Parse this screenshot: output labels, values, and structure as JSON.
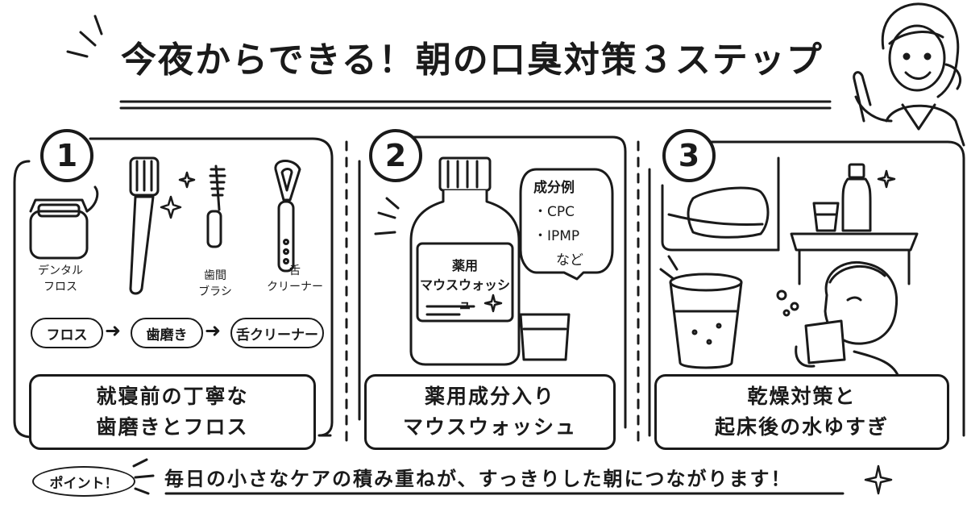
{
  "title": "今夜からできる！朝の口臭対策３ステップ",
  "steps": [
    {
      "number": "1",
      "items": {
        "floss": "デンタル\nフロス",
        "brush": "歯間\nブラシ",
        "tongue": "舌\nクリーナー"
      },
      "flow": [
        "フロス",
        "歯磨き",
        "舌クリーナー"
      ],
      "arrow": "➜",
      "caption": [
        "就寝前の丁寧な",
        "歯磨きとフロス"
      ]
    },
    {
      "number": "2",
      "bottle_label": "薬用\nマウスウォッシュ",
      "bubble": {
        "title": "成分例",
        "items": [
          "・CPC",
          "・IPMP",
          "など"
        ]
      },
      "caption": [
        "薬用成分入り",
        "マウスウォッシュ"
      ]
    },
    {
      "number": "3",
      "caption": [
        "乾燥対策と",
        "起床後の水ゆすぎ"
      ]
    }
  ],
  "point_label": "ポイント！",
  "footer": "毎日の小さなケアの積み重ねが、すっきりした朝につながります！"
}
